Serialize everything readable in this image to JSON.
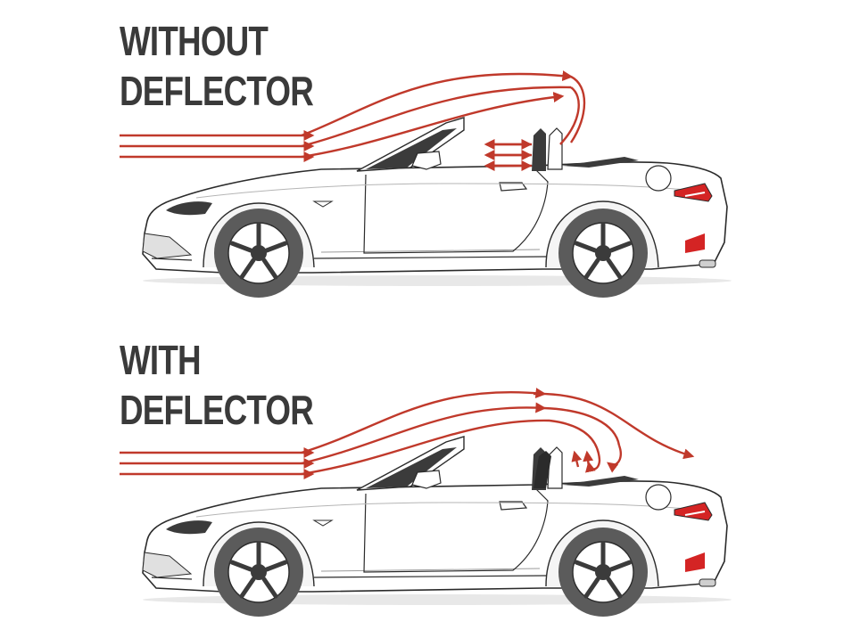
{
  "panels": {
    "without": {
      "line1": "WITHOUT",
      "line2": "DEFLECTOR"
    },
    "with": {
      "line1": "WITH",
      "line2": "DEFLECTOR"
    }
  },
  "colors": {
    "airflow": "#c0392b",
    "heading": "#3a3a3a",
    "car_outline": "#2b2b2b",
    "tyre": "#5b5b5b",
    "taillight": "#d42424"
  }
}
